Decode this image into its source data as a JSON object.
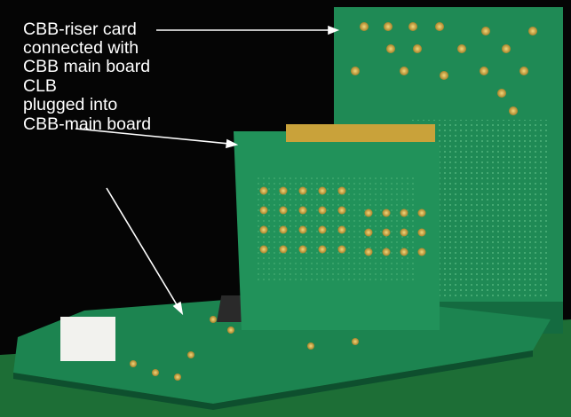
{
  "annotations": {
    "lines": [
      "CBB-riser card",
      "connected with",
      "CBB main board",
      "CLB",
      "plugged into",
      "CBB-main board"
    ]
  },
  "colors": {
    "background": "#050505",
    "pcb_green": "#1f8a55",
    "pcb_dark": "#146b40",
    "gold": "#c9a23a",
    "cloth": "#1f7a3a"
  }
}
